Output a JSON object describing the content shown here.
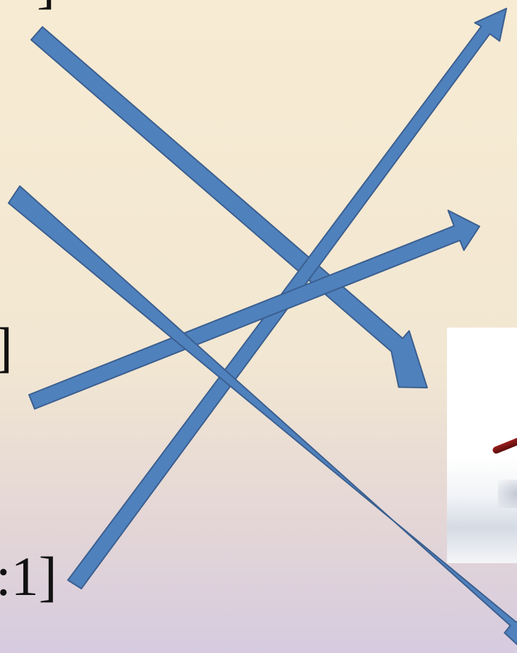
{
  "fragments": {
    "top": "]",
    "middle": "]",
    "bottom": ":1]"
  },
  "colors": {
    "arrow_fill": "#4f81bd",
    "arrow_stroke": "#3b5f8f",
    "background_top": "#f7ebd3",
    "background_bottom": "#d6cbe0"
  },
  "arrows": [
    {
      "name": "arrow-down-right-upper",
      "direction": "down-right"
    },
    {
      "name": "arrow-up-right-long",
      "direction": "up-right"
    },
    {
      "name": "arrow-up-right-shallow",
      "direction": "up-right"
    },
    {
      "name": "arrow-down-right-lower",
      "direction": "down-right"
    }
  ]
}
